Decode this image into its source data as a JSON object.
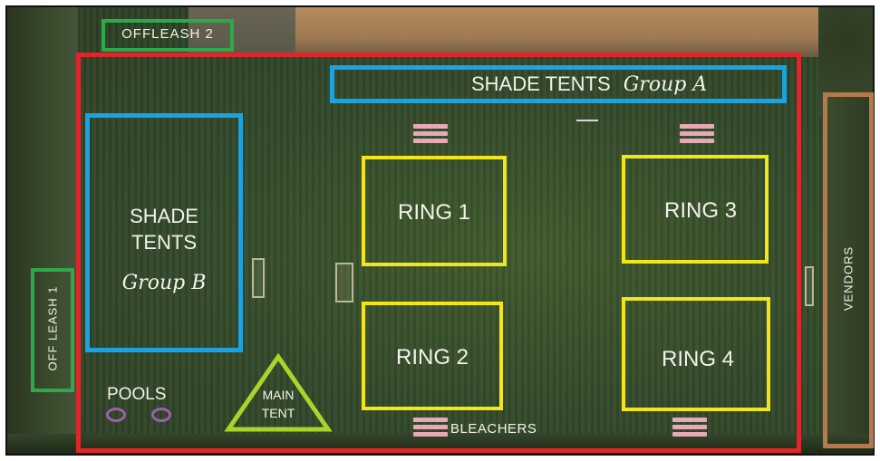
{
  "map": {
    "offleash2": "OFFLEASH 2",
    "offleash1": "OFF LEASH 1",
    "shade_tents_a": "SHADE TENTS",
    "group_a": "Group A",
    "shade_tents_b_line1": "SHADE",
    "shade_tents_b_line2": "TENTS",
    "group_b": "Group B",
    "ring1": "RING 1",
    "ring2": "RING 2",
    "ring3": "RING 3",
    "ring4": "RING 4",
    "vendors": "VENDORS",
    "pools": "POOLS",
    "main_tent_line1": "MAIN",
    "main_tent_line2": "TENT",
    "bleachers": "BLEACHERS"
  },
  "colors": {
    "boundary": "#e0262b",
    "shade_tents": "#1aa3e0",
    "rings": "#f2e61a",
    "offleash": "#2ea84a",
    "vendors": "#b5794e",
    "main_tent": "#a8d52a",
    "bleachers": "#e8a9b6",
    "pools": "#9b5fb0"
  }
}
